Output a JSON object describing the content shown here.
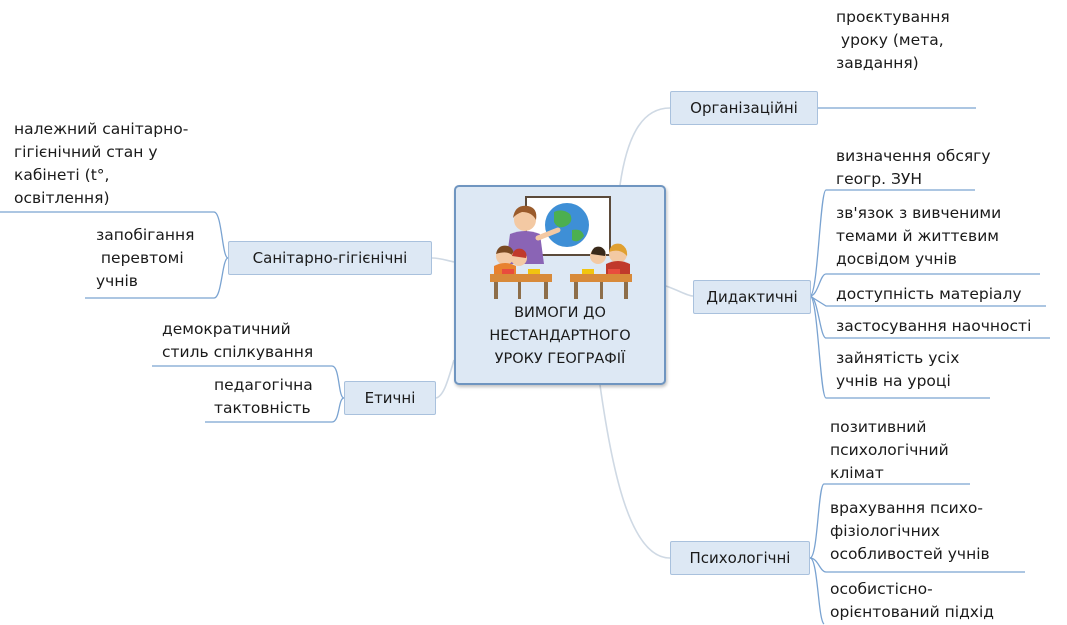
{
  "center": {
    "title_lines": [
      "ВИМОГИ ДО",
      "НЕСТАНДАРТНОГО",
      "УРОКУ ГЕОГРАФІЇ"
    ],
    "illustration": "classroom-geography-lesson-image"
  },
  "branches": {
    "organizational": {
      "label": "Організаційні",
      "leaves": [
        {
          "lines": [
            "проєктування",
            " уроку (мета,",
            "завдання)"
          ]
        }
      ]
    },
    "didactic": {
      "label": "Дидактичні",
      "leaves": [
        {
          "lines": [
            "визначення обсягу",
            "геогр. ЗУН"
          ]
        },
        {
          "lines": [
            "зв'язок з вивченими",
            "темами й життєвим",
            "досвідом учнів"
          ]
        },
        {
          "lines": [
            "доступність матеріалу"
          ]
        },
        {
          "lines": [
            "застосування наочності"
          ]
        },
        {
          "lines": [
            "зайнятість усіх",
            "учнів на уроці"
          ]
        }
      ]
    },
    "psychological": {
      "label": "Психологічні",
      "leaves": [
        {
          "lines": [
            "позитивний",
            "психологічний",
            "клімат"
          ]
        },
        {
          "lines": [
            "врахування психо-",
            "фізіологічних",
            "особливостей учнів"
          ]
        },
        {
          "lines": [
            "особистісно-",
            "орієнтований підхід"
          ]
        }
      ]
    },
    "sanitary": {
      "label": "Санітарно-гігієнічні",
      "leaves": [
        {
          "lines": [
            "належний санітарно-",
            "гігієнічний стан у",
            "кабінеті (t°,",
            "освітлення)"
          ]
        },
        {
          "lines": [
            "запобігання",
            " перевтомі",
            "учнів"
          ]
        }
      ]
    },
    "ethical": {
      "label": "Етичні",
      "leaves": [
        {
          "lines": [
            "демократичний",
            "стиль спілкування"
          ]
        },
        {
          "lines": [
            "педагогічна",
            "тактовність"
          ]
        }
      ]
    }
  },
  "colors": {
    "node_fill": "#dde8f4",
    "node_border": "#a9c1dd",
    "center_border": "#6f95c0",
    "connector": "#cfd9e4",
    "underline": "#7aa3d1"
  }
}
